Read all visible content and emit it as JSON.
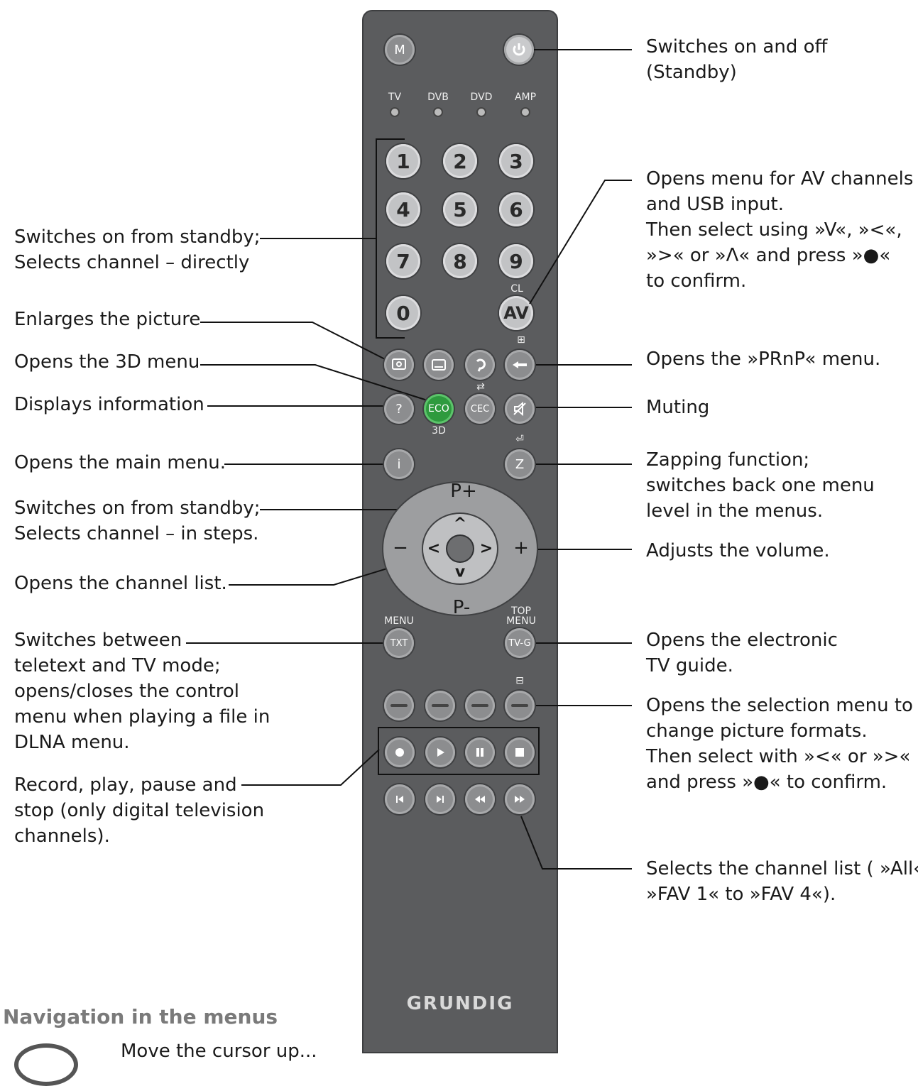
{
  "remote": {
    "brand": "GRUNDIG",
    "top_buttons": {
      "menu": "M"
    },
    "source_leds": [
      "TV",
      "DVB",
      "DVD",
      "AMP"
    ],
    "numbers": [
      "1",
      "2",
      "3",
      "4",
      "5",
      "6",
      "7",
      "8",
      "9",
      "0"
    ],
    "cl_label": "CL",
    "av_button": "AV",
    "row_info": {
      "help": "?",
      "eco": "ECO",
      "eco_sub": "3D",
      "cec": "CEC"
    },
    "info_button": "i",
    "zap_button": "Z",
    "nav": {
      "p_plus": "P+",
      "p_minus": "P-",
      "vol_minus": "−",
      "vol_plus": "+"
    },
    "txt_row": {
      "menu_label": "MENU",
      "txt": "TXT",
      "top_menu_label": "TOP\nMENU",
      "tvg": "TV-G"
    }
  },
  "left_labels": [
    {
      "lines": [
        "Switches on from standby;",
        "Selects channel – directly"
      ]
    },
    {
      "lines": [
        "Enlarges the picture"
      ]
    },
    {
      "lines": [
        "Opens the 3D menu"
      ]
    },
    {
      "lines": [
        "Displays information"
      ]
    },
    {
      "lines": [
        "Opens the main menu."
      ]
    },
    {
      "lines": [
        "Switches on from standby;",
        "Selects channel – in steps."
      ]
    },
    {
      "lines": [
        "Opens the channel list."
      ]
    },
    {
      "lines": [
        "Switches between",
        "teletext and TV mode;",
        "opens/closes the control",
        "menu when playing a file in",
        "DLNA menu."
      ]
    },
    {
      "lines": [
        "Record, play, pause and",
        "stop (only digital television",
        "channels)."
      ]
    }
  ],
  "right_labels": [
    {
      "lines": [
        "Switches on and off",
        "(Standby)"
      ]
    },
    {
      "lines": [
        "Opens menu for AV channels",
        "and USB input.",
        "Then select using »V«, »<«,",
        "»>« or »Λ« and press »●«",
        "to confirm."
      ]
    },
    {
      "lines": [
        "Opens the »PRnP« menu."
      ]
    },
    {
      "lines": [
        "Muting"
      ]
    },
    {
      "lines": [
        "Zapping function;",
        "switches back one menu",
        "level in the menus."
      ]
    },
    {
      "lines": [
        "Adjusts the volume."
      ]
    },
    {
      "lines": [
        "Opens the electronic",
        "TV guide."
      ]
    },
    {
      "lines": [
        "Opens the selection menu to",
        "change picture formats.",
        "Then select with »<« or »>«",
        "and press »●« to confirm."
      ]
    },
    {
      "lines": [
        "Selects the channel list ( »All«,",
        "»FAV 1« to »FAV 4«)."
      ]
    }
  ],
  "section": {
    "heading": "Navigation in the menus",
    "partial_text": "Move the cursor up..."
  }
}
